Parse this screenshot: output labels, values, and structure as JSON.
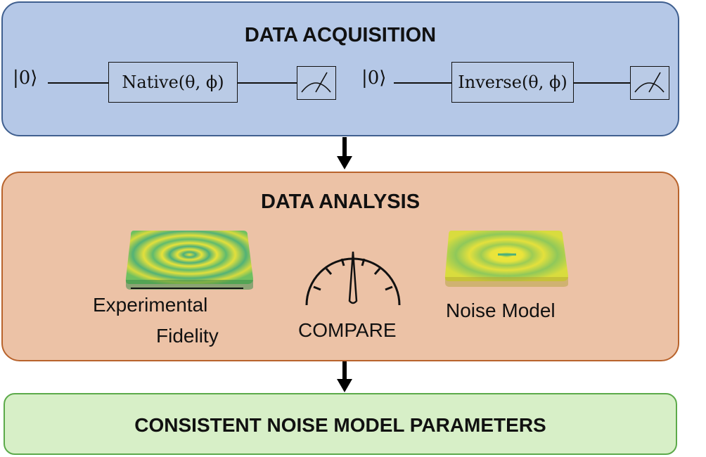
{
  "acquisition": {
    "title": "DATA ACQUISITION",
    "circuits": [
      {
        "ket": "|0⟩",
        "gate": "Native(θ, ϕ)"
      },
      {
        "ket": "|0⟩",
        "gate": "Inverse(θ, ϕ)"
      }
    ]
  },
  "analysis": {
    "title": "DATA ANALYSIS",
    "experimental_label_line1": "Experimental",
    "experimental_label_line2": "Fidelity",
    "compare_label": "COMPARE",
    "noise_label": "Noise Model"
  },
  "result": {
    "title": "CONSISTENT NOISE MODEL PARAMETERS"
  },
  "colors": {
    "acquisition_fill": "#b5c8e7",
    "analysis_fill": "#ecc2a6",
    "result_fill": "#d7efc7",
    "heatmap_yellow": "#e8e23a",
    "heatmap_green": "#4db07a"
  },
  "icons": [
    "measurement-meter-icon",
    "gauge-icon",
    "experimental-heatmap-icon",
    "noise-model-heatmap-icon",
    "down-arrow-icon"
  ]
}
